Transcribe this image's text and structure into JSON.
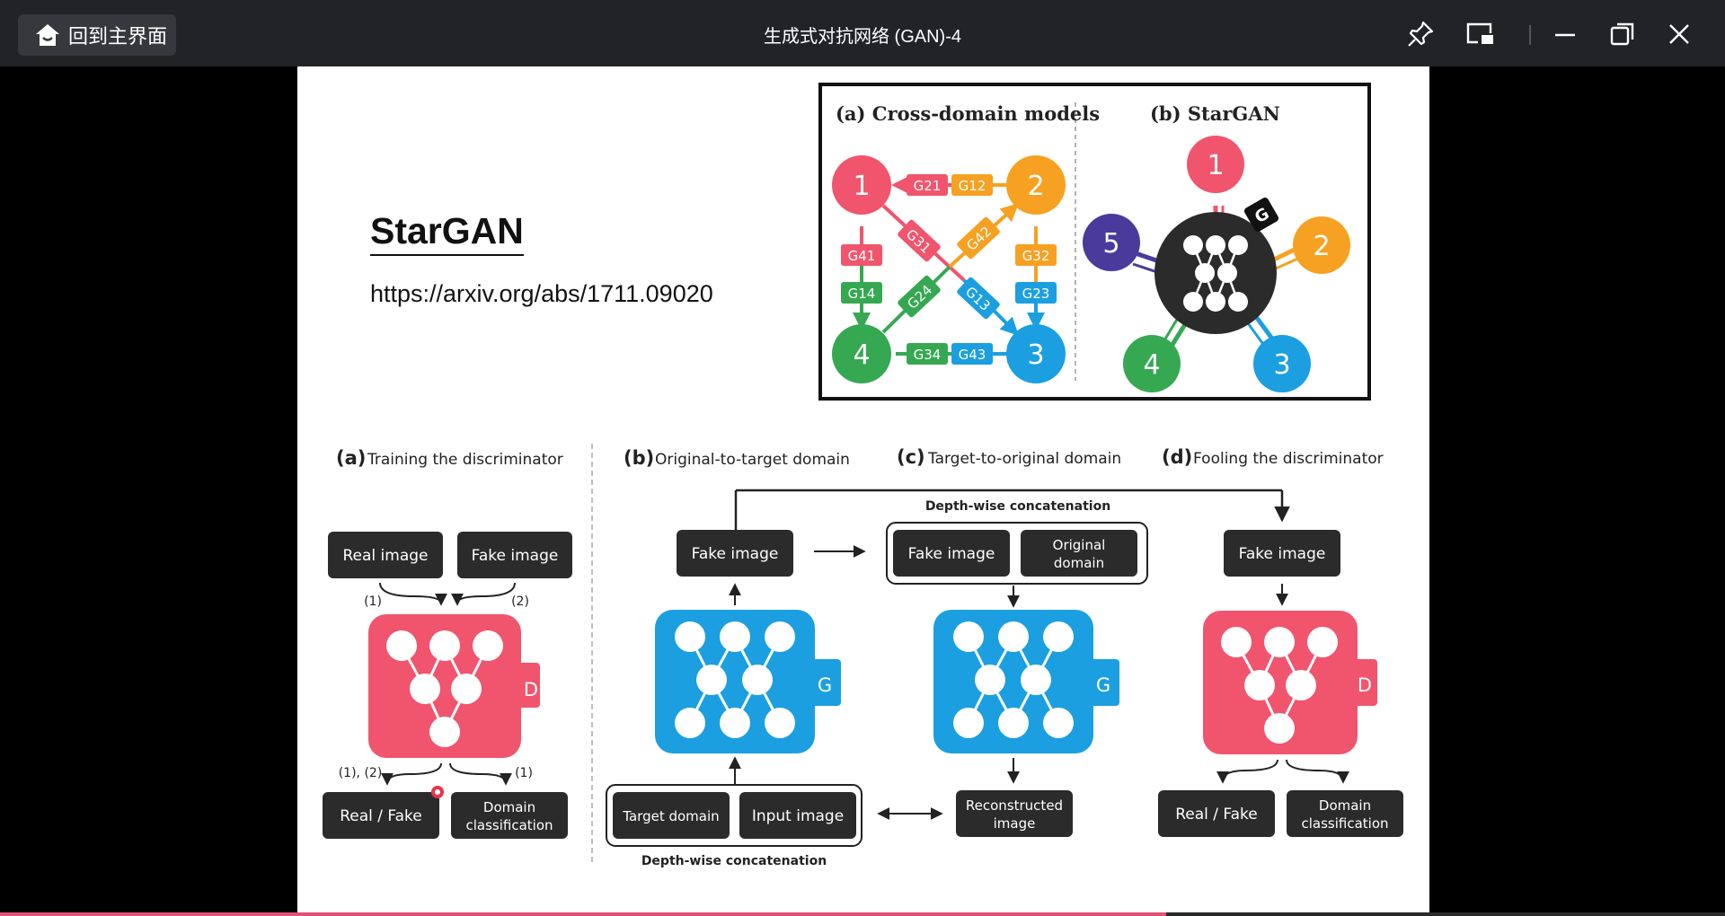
{
  "window": {
    "home_label": "回到主界面",
    "title": "生成式对抗网络 (GAN)-4",
    "progress": 0.676
  },
  "slide": {
    "title": "StarGAN",
    "url": "https://arxiv.org/abs/1711.09020"
  },
  "top_figure": {
    "panel_a_title": "(a) Cross-domain models",
    "panel_b_title": "(b) StarGAN",
    "node_labels": [
      "1",
      "2",
      "3",
      "4",
      "5"
    ],
    "generator_label": "G",
    "edge_labels": [
      "G21",
      "G12",
      "G41",
      "G14",
      "G32",
      "G23",
      "G34",
      "G43",
      "G31",
      "G13",
      "G42",
      "G24"
    ],
    "colors": {
      "domain1": "#f0556d",
      "domain2": "#f6a122",
      "domain3": "#1b9fe0",
      "domain4": "#36a852",
      "domain5": "#4a3a9c"
    }
  },
  "bottom_figure": {
    "a": {
      "label": "(a)",
      "caption": "Training the discriminator",
      "real_image": "Real image",
      "fake_image": "Fake image",
      "step1": "(1)",
      "step2": "(2)",
      "disc": "D",
      "steps12": "(1), (2)",
      "real_fake": "Real / Fake",
      "domain_class": [
        "Domain",
        "classification"
      ]
    },
    "b": {
      "label": "(b)",
      "caption": "Original-to-target domain",
      "fake_image": "Fake image",
      "gen": "G",
      "target_domain": "Target domain",
      "input_image": "Input image",
      "concat": "Depth-wise concatenation"
    },
    "c": {
      "label": "(c)",
      "caption": "Target-to-original domain",
      "concat": "Depth-wise concatenation",
      "fake_image": "Fake image",
      "original_domain": [
        "Original",
        "domain"
      ],
      "gen": "G",
      "reconstructed": [
        "Reconstructed",
        "image"
      ]
    },
    "d": {
      "label": "(d)",
      "caption": "Fooling the discriminator",
      "fake_image": "Fake image",
      "disc": "D",
      "real_fake": "Real / Fake",
      "domain_class": [
        "Domain",
        "classification"
      ]
    }
  }
}
